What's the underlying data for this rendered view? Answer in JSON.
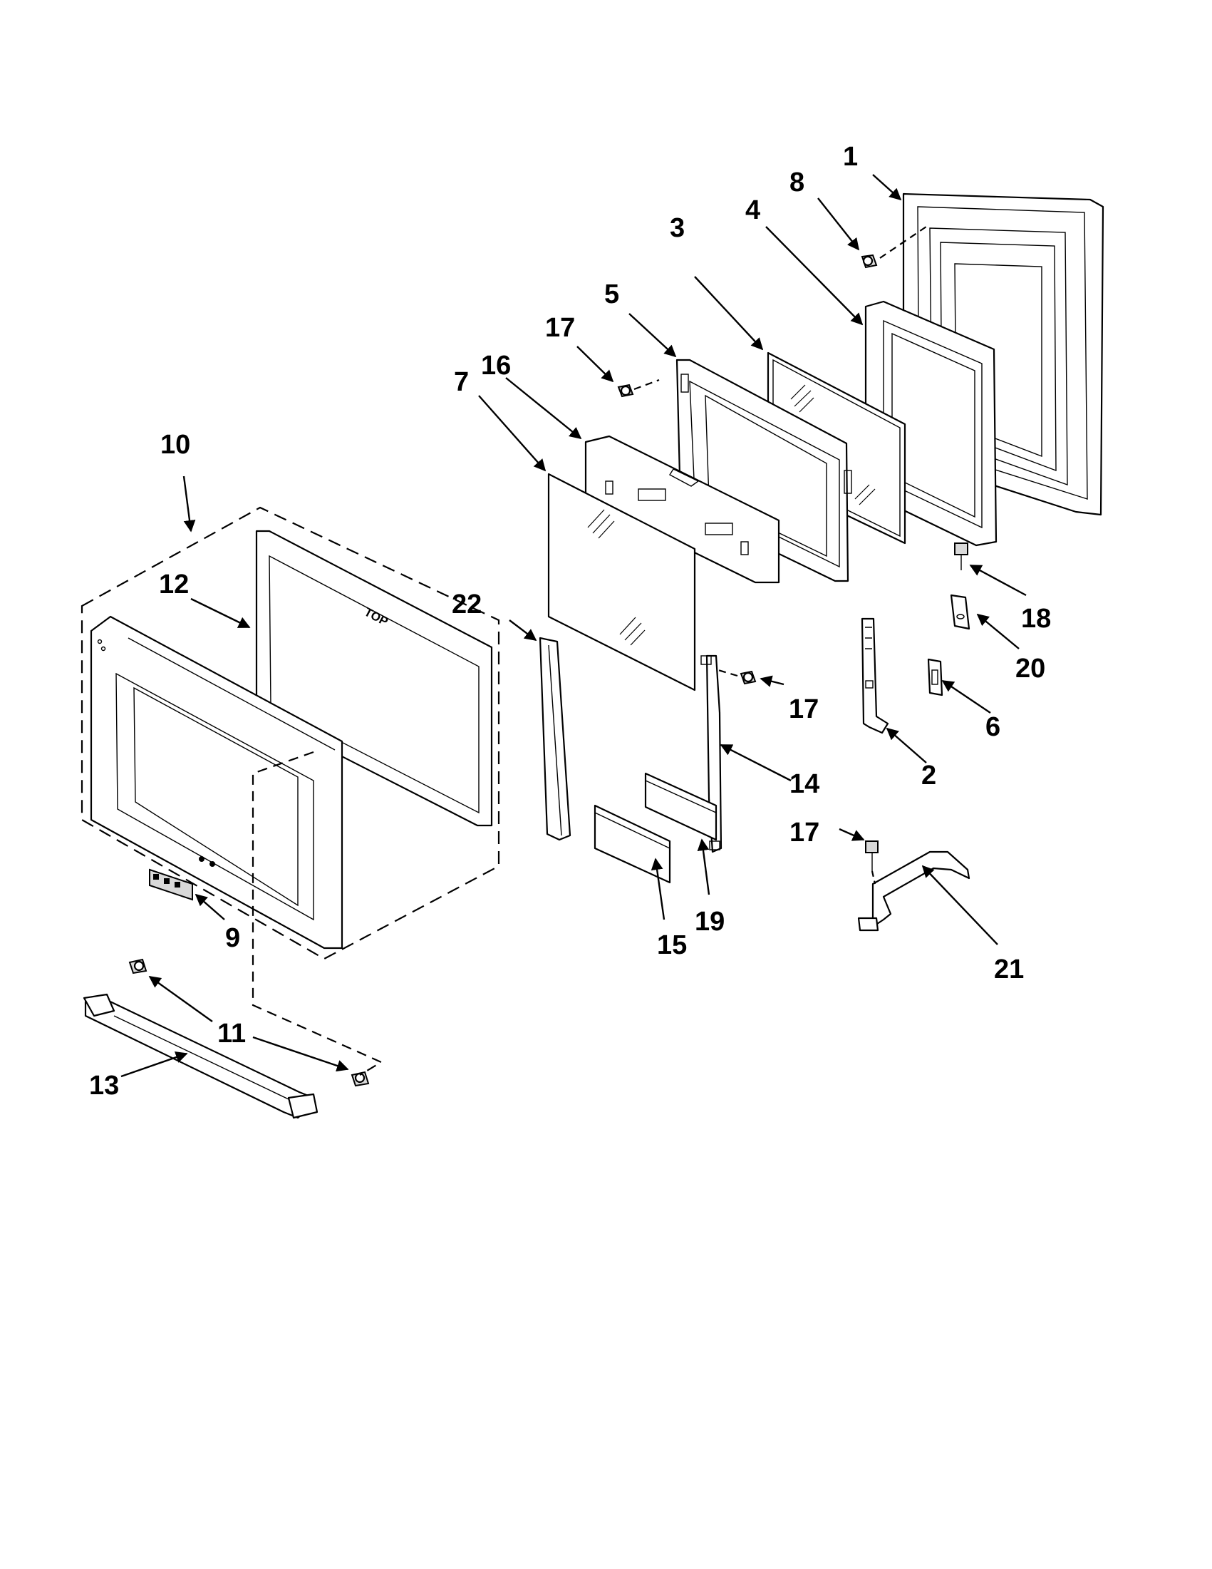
{
  "callouts": [
    {
      "id": "c1",
      "text": "1"
    },
    {
      "id": "c2",
      "text": "2"
    },
    {
      "id": "c3",
      "text": "3"
    },
    {
      "id": "c4",
      "text": "4"
    },
    {
      "id": "c5",
      "text": "5"
    },
    {
      "id": "c6",
      "text": "6"
    },
    {
      "id": "c7",
      "text": "7"
    },
    {
      "id": "c8",
      "text": "8"
    },
    {
      "id": "c9",
      "text": "9"
    },
    {
      "id": "c10",
      "text": "10"
    },
    {
      "id": "c11",
      "text": "11"
    },
    {
      "id": "c12",
      "text": "12"
    },
    {
      "id": "c13",
      "text": "13"
    },
    {
      "id": "c14",
      "text": "14"
    },
    {
      "id": "c15",
      "text": "15"
    },
    {
      "id": "c16",
      "text": "16"
    },
    {
      "id": "c17a",
      "text": "17"
    },
    {
      "id": "c17b",
      "text": "17"
    },
    {
      "id": "c17c",
      "text": "17"
    },
    {
      "id": "c18",
      "text": "18"
    },
    {
      "id": "c19",
      "text": "19"
    },
    {
      "id": "c20",
      "text": "20"
    },
    {
      "id": "c21",
      "text": "21"
    },
    {
      "id": "c22",
      "text": "22"
    }
  ],
  "glass_marking": "TOP"
}
